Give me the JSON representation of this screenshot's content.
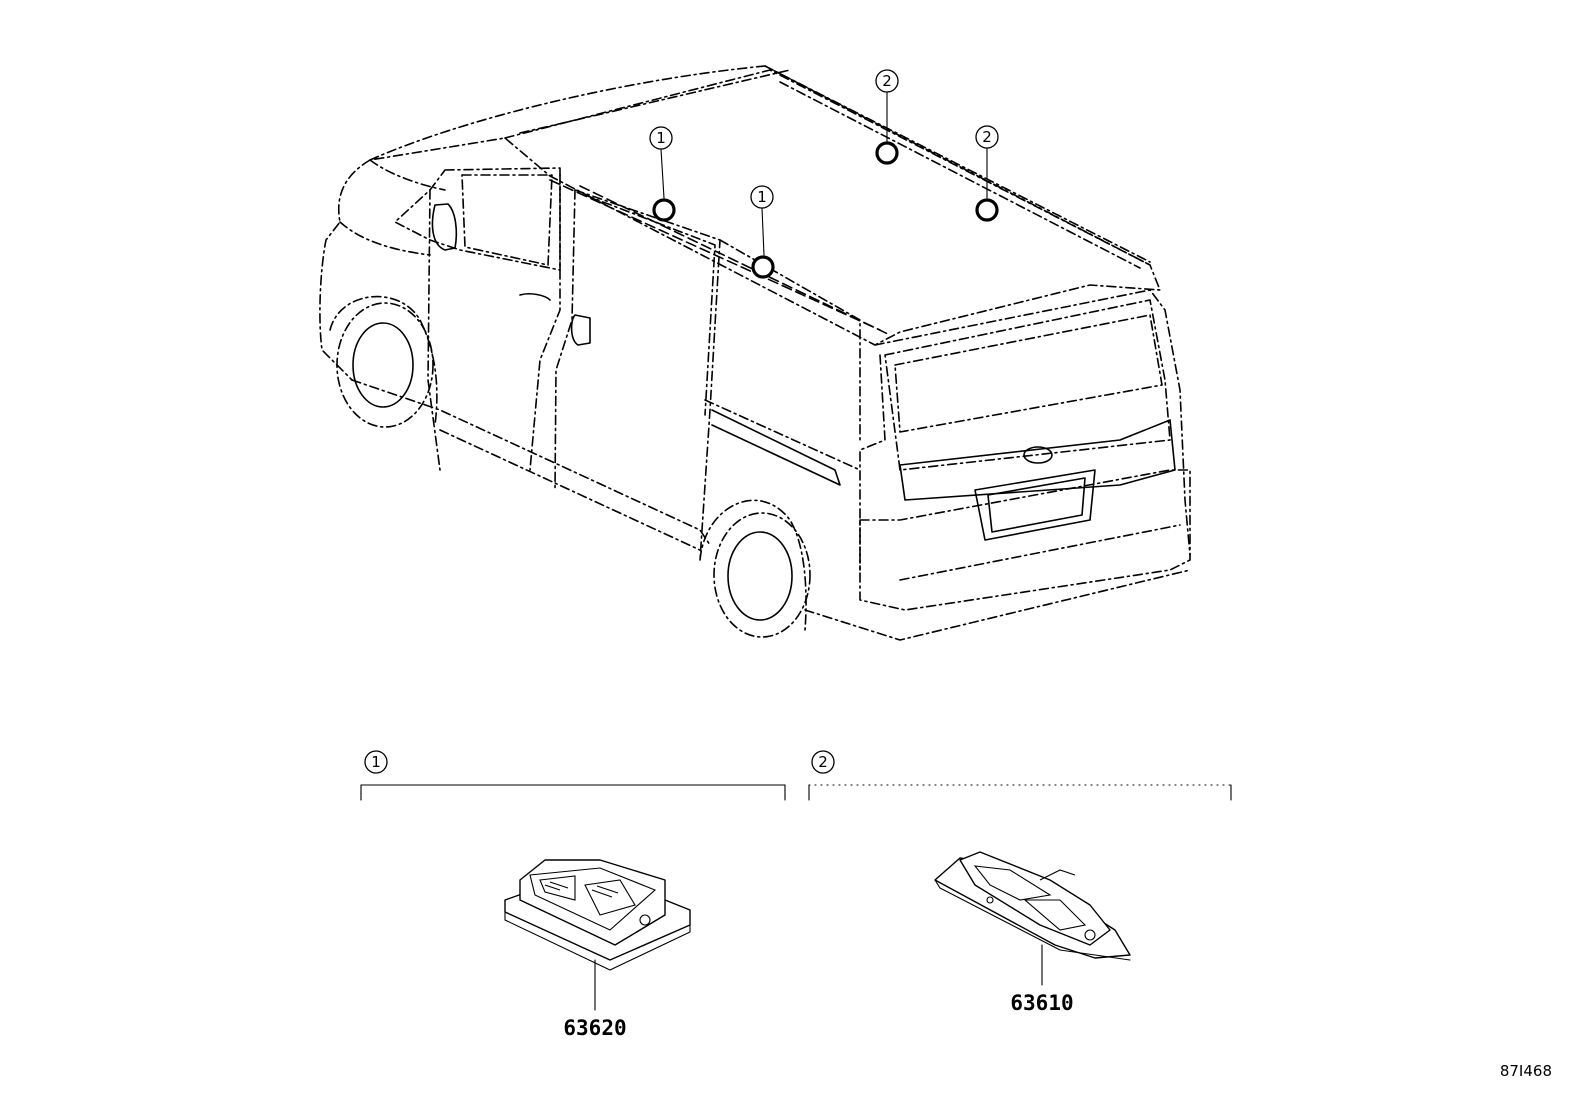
{
  "callouts": {
    "one": "1",
    "two": "2"
  },
  "parts": [
    {
      "callout": "1",
      "part_number": "63620"
    },
    {
      "callout": "2",
      "part_number": "63610"
    }
  ],
  "reference_code": "87I468",
  "colors": {
    "ink": "#000000",
    "background": "#ffffff"
  }
}
